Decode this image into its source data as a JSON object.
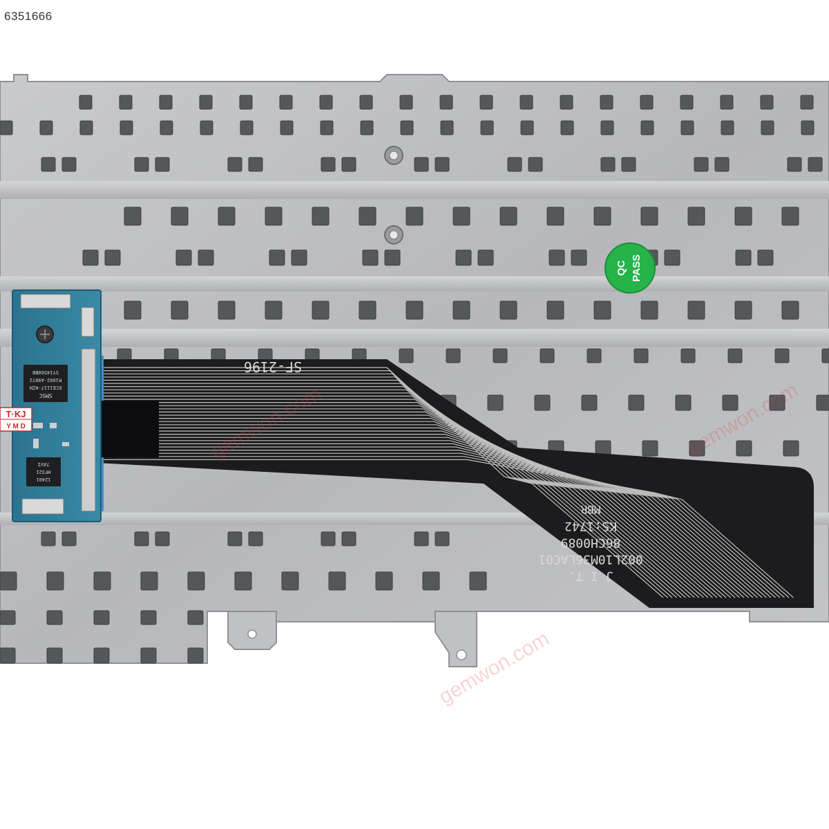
{
  "product_id": "6351666",
  "cable": {
    "part_label": "SF-2196",
    "print_lines": [
      "J I T.",
      "002L10M36LAC01",
      "86CH0089",
      "KS:1742",
      "MBR"
    ]
  },
  "sticker": {
    "line1": "QC",
    "line2": "PASS",
    "color": "#25b34a"
  },
  "side_tag": {
    "line1": "T·KJ",
    "line2": "Y M D"
  },
  "pcb_chips": {
    "chip1": [
      "SMSC",
      "ECE1117-HZH",
      "R1002-A9872",
      "SY14560BB"
    ],
    "chip2": [
      "12401",
      "HF321",
      "7AVI"
    ]
  },
  "watermark": "gemwon.com",
  "colors": {
    "background": "#ffffff",
    "plate": "#bdbec1",
    "cable": "#1c1c1e",
    "pcb": "#2e7d9a",
    "connector": "#3b8fd6"
  }
}
